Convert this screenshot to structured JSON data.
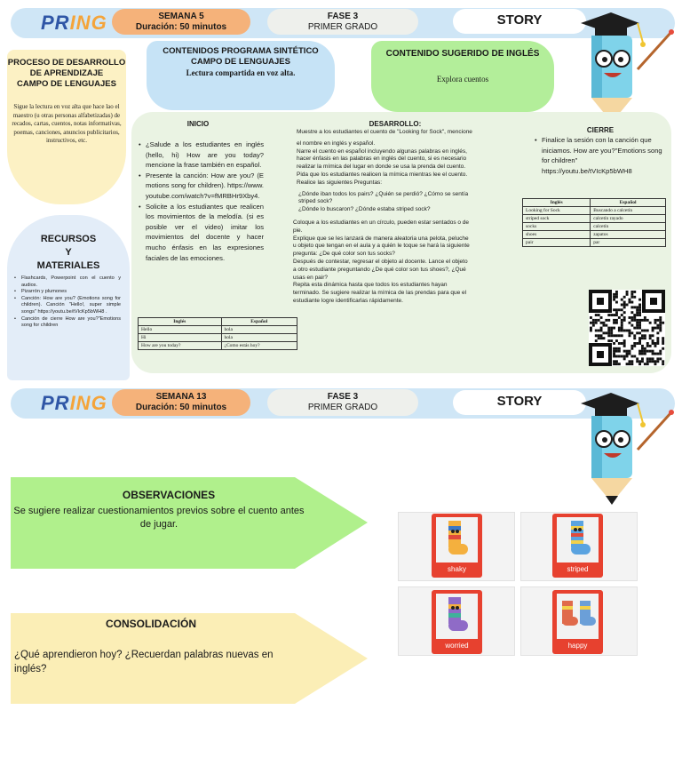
{
  "top": {
    "logo": {
      "pr": "PR",
      "ing": "ING"
    },
    "semana": "SEMANA 5",
    "duracion": "Duración: 50 minutos",
    "fase": "FASE 3",
    "grado": "PRIMER GRADO",
    "story": "STORY"
  },
  "proceso": {
    "title": [
      "PROCESO DE DESARROLLO",
      "DE APRENDIZAJE",
      "CAMPO DE LENGUAJES"
    ],
    "text": "Sigue la lectura en voz alta que hace lao el maestro (u otras personas alfabetizadas) de recados, cartas, cuentos, notas informativas, poemas, canciones, anuncios publicitarios, instructivos, etc."
  },
  "contenidos": {
    "title": [
      "CONTENIDOS PROGRAMA SINTÉTICO",
      "CAMPO DE LENGUAJES"
    ],
    "subtitle": "Lectura compartida en voz alta."
  },
  "sugerido": {
    "title": "CONTENIDO SUGERIDO DE INGLÉS",
    "text": "Explora cuentos"
  },
  "recursos": {
    "title": [
      "RECURSOS",
      "Y",
      "MATERIALES"
    ],
    "items": [
      "Flashcards, Powerpoint con el cuento y audios.",
      "Pizarrón y plumones",
      "Canción: How are you? (Emotions song for children). Canción \"Hello!, super simple songs\" https://youtu.be/tVIcKp5bWH8 .",
      "Canción de cierre How are you?\"Emotions song for children"
    ]
  },
  "inicio": {
    "title": "INICIO",
    "items": [
      "¿Salude a los estudiantes en inglés (hello, hi) How are you today? mencione la frase también en español.",
      "Presente la canción: How are you? (Emotions song for children). https://www.youtube.com/watch?v=fMRBHr9Xby4.",
      "Solicite a los estudiantes que realicen los movimientos de la melodía. (si es posible ver el video) imitar los movimientos del docente y hacer mucho énfasis en las expresiones faciales de las emociones."
    ],
    "table": {
      "headers": [
        "Inglés",
        "Español"
      ],
      "rows": [
        [
          "Hello",
          "hola"
        ],
        [
          "Hi",
          "hola"
        ],
        [
          "How are you today?",
          "¿Como estás hoy?"
        ]
      ]
    }
  },
  "desarrollo": {
    "title": "DESARROLLO:",
    "lines": [
      "Muestre a los estudiantes el cuento de \"Looking for Sock\", mencione",
      "el nombre en inglés y español.",
      "Narre el cuento en español incluyendo algunas palabras en inglés,",
      "hacer énfasis en las palabras en inglés del cuento, si es necesario",
      "realizar la mímica del lugar en donde se usa la prenda del cuento.",
      "Pida que los estudiantes realicen la mímica mientras lee el cuento.",
      "Realice las siguientes Preguntas:",
      "¿Dónde iban todos los pairs? ¿Quién se perdió? ¿Cómo se sentía",
      "striped sock?",
      "¿Dónde lo buscaron? ¿Dónde estaba striped sock?",
      "Coloque a los estudiantes en un círculo, pueden estar sentados o de",
      "pie.",
      "Explique que se les lanzará de manera aleatoria una pelota, peluche",
      "u objeto que tengan en el aula y a quién le toque se hará la siguiente",
      "pregunta: ¿De qué color son tus socks?",
      "Después de contestar, regresar el objeto al docente. Lance el objeto",
      "a otro estudiante preguntando ¿De qué color son tus shoes?, ¿Qué",
      "usas en pair?",
      "Repita esta dinámica hasta que todos los estudiantes hayan",
      "terminado. Se sugiere realizar la mímica de las prendas para que el",
      "estudiante logre identificarlas rápidamente."
    ]
  },
  "cierre": {
    "title": "CIERRE",
    "item": "Finalice la sesión con la canción que iniciamos. How are you?\"Emotions song for children\" https://youtu.be/tVIcKp5bWH8",
    "table": {
      "headers": [
        "Inglés",
        "Español"
      ],
      "rows": [
        [
          "Looking for Sock",
          "Buscando a calcetín"
        ],
        [
          "striped sock",
          "calcetín rayado"
        ],
        [
          "socks",
          "calcetín"
        ],
        [
          "shoes",
          "zapatos"
        ],
        [
          "pair",
          "par"
        ]
      ]
    }
  },
  "bottom": {
    "semana": "SEMANA 13",
    "duracion": "Duración: 50 minutos",
    "fase": "FASE 3",
    "grado": "PRIMER GRADO",
    "story": "STORY"
  },
  "observaciones": {
    "title": "OBSERVACIONES",
    "text": "Se sugiere realizar cuestionamientos previos sobre el cuento antes de jugar."
  },
  "consolidacion": {
    "title": "CONSOLIDACIÓN",
    "text": "¿Qué aprendieron hoy? ¿Recuerdan palabras nuevas en inglés?"
  },
  "flashcards": [
    "shaky",
    "striped",
    "worried",
    "happy"
  ],
  "colors": {
    "header_bar": "#cfe6f6",
    "orange_pill": "#f5b27a",
    "yellow_box": "#fcf1c4",
    "blue_box": "#c6e3f6",
    "green_box": "#b3ee9a",
    "main_panel": "#eaf3e3",
    "observaciones": "#b0f08c",
    "consolidacion": "#fbeeb6",
    "flashcard_red": "#e7412f"
  }
}
